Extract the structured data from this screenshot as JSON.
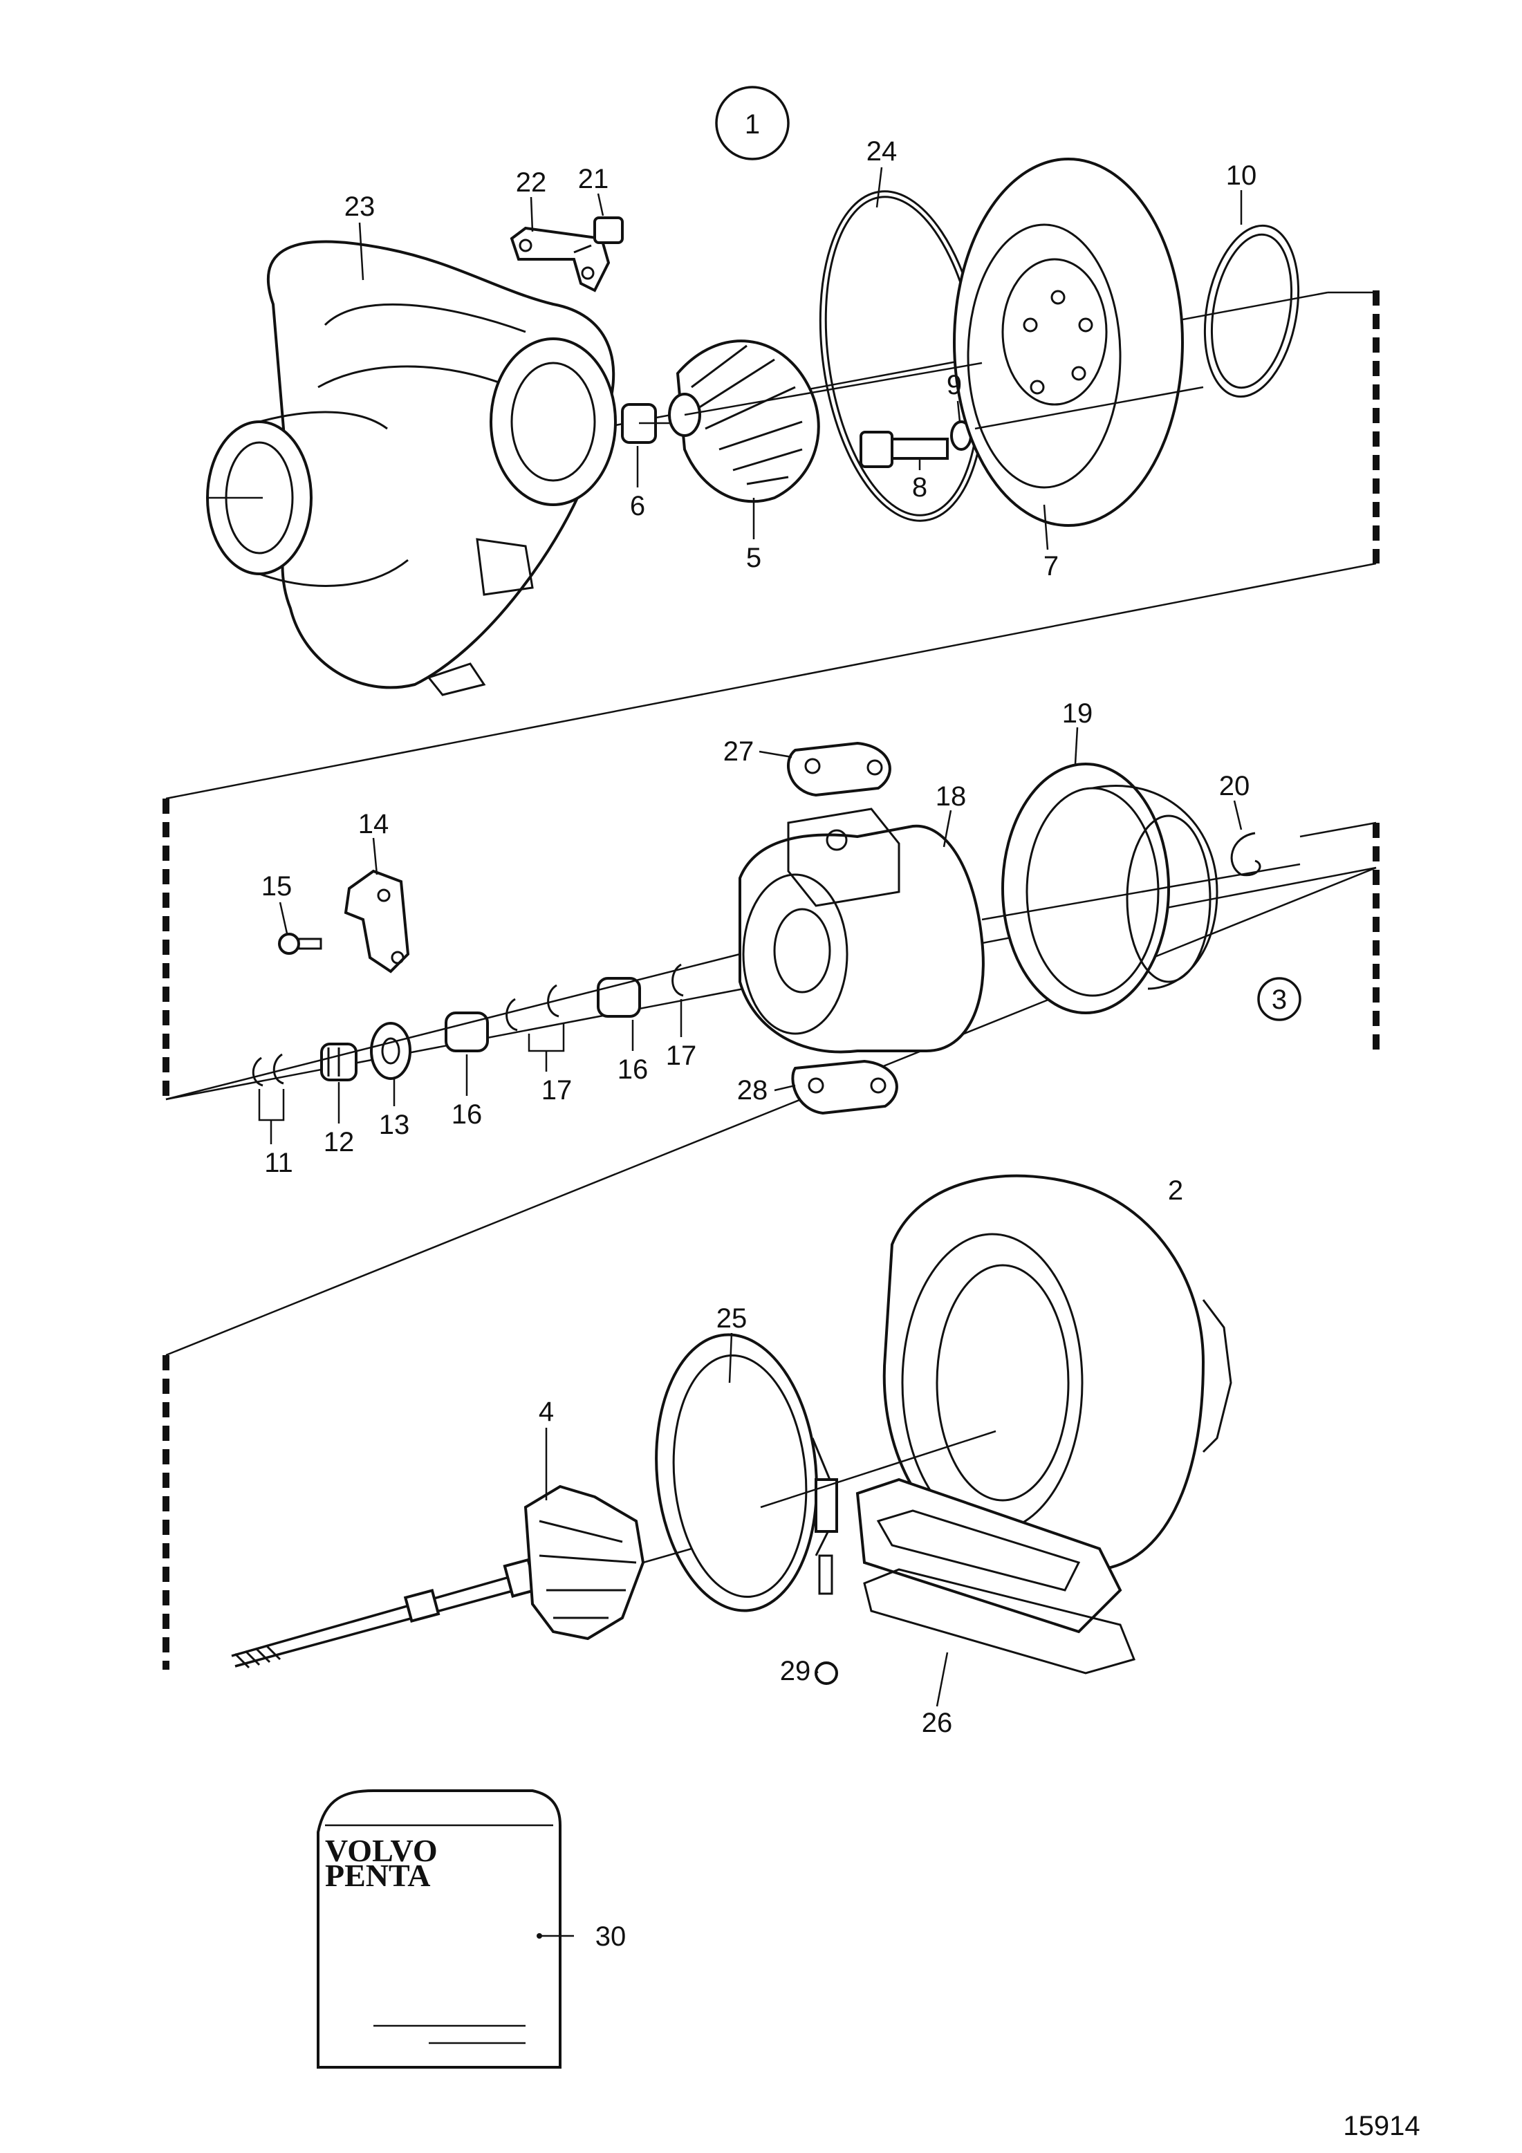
{
  "drawing_number": "15914",
  "group_markers": {
    "top": "1",
    "middle": "3"
  },
  "brand_text": {
    "line1": "VOLVO",
    "line2": "PENTA"
  },
  "callouts": {
    "c1": "1",
    "c2": "2",
    "c3": "3",
    "c4": "4",
    "c5": "5",
    "c6": "6",
    "c7": "7",
    "c8": "8",
    "c9": "9",
    "c10": "10",
    "c11": "11",
    "c12": "12",
    "c13": "13",
    "c14": "14",
    "c15": "15",
    "c16a": "16",
    "c16b": "16",
    "c17a": "17",
    "c17b": "17",
    "c18": "18",
    "c19": "19",
    "c20": "20",
    "c21": "21",
    "c22": "22",
    "c23": "23",
    "c24": "24",
    "c25": "25",
    "c26": "26",
    "c27": "27",
    "c28": "28",
    "c29": "29",
    "c30": "30"
  }
}
